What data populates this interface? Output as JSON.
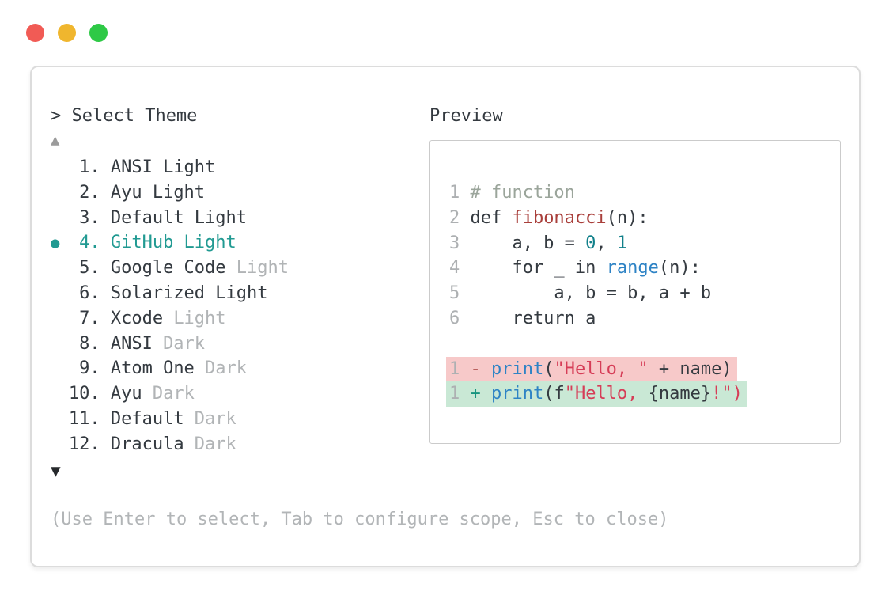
{
  "colors": {
    "accent_teal": "#219a92",
    "text_dark": "#343a40",
    "text_dim": "#b1b4b6",
    "syntax_comment": "#9ba59b",
    "syntax_function": "#a93f3b",
    "syntax_string": "#d63d57",
    "syntax_builtin": "#2e83c5",
    "syntax_number": "#11808a",
    "diff_removed_bg": "#f7c9c9",
    "diff_added_bg": "#c9e8d5",
    "traffic_red": "#f15b55",
    "traffic_yellow": "#f0b62e",
    "traffic_green": "#2ec946"
  },
  "palette": {
    "prompt": ">",
    "title": "Select Theme",
    "scroll_up_icon": "▲",
    "scroll_down_icon": "▼",
    "selected_index": 4,
    "items": [
      {
        "num": "1.",
        "main": "ANSI Light",
        "dim": ""
      },
      {
        "num": "2.",
        "main": "Ayu Light",
        "dim": ""
      },
      {
        "num": "3.",
        "main": "Default Light",
        "dim": ""
      },
      {
        "num": "4.",
        "main": "GitHub Light",
        "dim": "",
        "bullet": "●",
        "selected": true
      },
      {
        "num": "5.",
        "main": "Google Code",
        "dim": "Light"
      },
      {
        "num": "6.",
        "main": "Solarized Light",
        "dim": ""
      },
      {
        "num": "7.",
        "main": "Xcode",
        "dim": "Light"
      },
      {
        "num": "8.",
        "main": "ANSI",
        "dim": "Dark"
      },
      {
        "num": "9.",
        "main": "Atom One",
        "dim": "Dark"
      },
      {
        "num": "10.",
        "main": "Ayu",
        "dim": "Dark"
      },
      {
        "num": "11.",
        "main": "Default",
        "dim": "Dark"
      },
      {
        "num": "12.",
        "main": "Dracula",
        "dim": "Dark"
      }
    ],
    "footer": "(Use Enter to select, Tab to configure scope, Esc to close)"
  },
  "preview": {
    "label": "Preview",
    "lines": [
      {
        "ln": "1",
        "tokens": [
          {
            "t": "# function"
          }
        ]
      },
      {
        "ln": "2",
        "tokens": [
          {
            "t": "def "
          },
          {
            "t": "fibonacci"
          },
          {
            "t": "(n):"
          }
        ]
      },
      {
        "ln": "3",
        "tokens": [
          {
            "t": "    a, b = "
          },
          {
            "t": "0"
          },
          {
            "t": ", "
          },
          {
            "t": "1"
          }
        ]
      },
      {
        "ln": "4",
        "tokens": [
          {
            "t": "    for _ in "
          },
          {
            "t": "range"
          },
          {
            "t": "(n):"
          }
        ]
      },
      {
        "ln": "5",
        "tokens": [
          {
            "t": "        a, b = b, a + b"
          }
        ]
      },
      {
        "ln": "6",
        "tokens": [
          {
            "t": "    return a"
          }
        ]
      },
      {
        "ln": "",
        "tokens": []
      },
      {
        "ln": "1",
        "diff": "removed",
        "tokens": [
          {
            "t": "- "
          },
          {
            "t": "print"
          },
          {
            "t": "("
          },
          {
            "t": "\"Hello, \""
          },
          {
            "t": " + name)"
          }
        ]
      },
      {
        "ln": "1",
        "diff": "added",
        "tokens": [
          {
            "t": "+ "
          },
          {
            "t": "print"
          },
          {
            "t": "(f"
          },
          {
            "t": "\"Hello, "
          },
          {
            "t": "{name}"
          },
          {
            "t": "!\")"
          }
        ]
      }
    ]
  }
}
